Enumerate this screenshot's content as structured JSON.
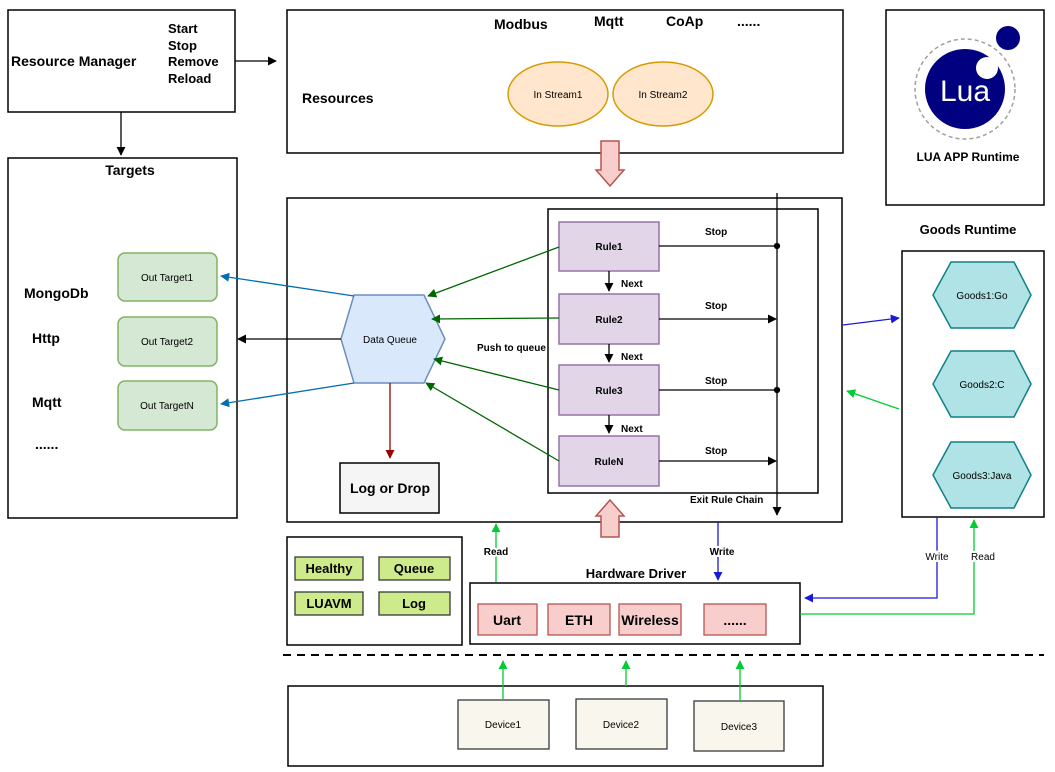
{
  "resource_manager": {
    "title": "Resource Manager",
    "actions": [
      "Start",
      "Stop",
      "Remove",
      "Reload"
    ]
  },
  "resources": {
    "title": "Resources",
    "protocols": [
      "Modbus",
      "Mqtt",
      "CoAp",
      "......"
    ],
    "streams": [
      "In Stream1",
      "In Stream2"
    ]
  },
  "lua": {
    "logo_text": "Lua",
    "label": "LUA APP Runtime"
  },
  "targets": {
    "title": "Targets",
    "protocols": [
      "MongoDb",
      "Http",
      "Mqtt",
      "......"
    ],
    "outputs": [
      "Out Target1",
      "Out Target2",
      "Out TargetN"
    ]
  },
  "engine": {
    "data_queue": "Data Queue",
    "log_or_drop": "Log or Drop",
    "push_to_queue": "Push to queue",
    "rules": [
      "Rule1",
      "Rule2",
      "Rule3",
      "RuleN"
    ],
    "next_label": "Next",
    "stop_label": "Stop",
    "exit_label": "Exit Rule Chain"
  },
  "goods": {
    "title": "Goods Runtime",
    "items": [
      "Goods1:Go",
      "Goods2:C",
      "Goods3:Java"
    ]
  },
  "status": {
    "items": [
      "Healthy",
      "Queue",
      "LUAVM",
      "Log"
    ]
  },
  "hardware": {
    "title": "Hardware Driver",
    "read_label": "Read",
    "write_label": "Write",
    "items": [
      "Uart",
      "ETH",
      "Wireless",
      "......"
    ]
  },
  "devices": [
    "Device1",
    "Device2",
    "Device3"
  ],
  "colors": {
    "stream_fill": "#ffe6cc",
    "stream_stroke": "#d79b00",
    "target_fill": "#d5e8d4",
    "target_stroke": "#82b366",
    "queue_fill": "#dae8fc",
    "queue_stroke": "#6c8ebf",
    "rule_fill": "#e1d5e7",
    "rule_stroke": "#9673a6",
    "goods_fill": "#b0e3e6",
    "goods_stroke": "#0e8088",
    "status_fill": "#cdeb8b",
    "hw_fill": "#f8cecc",
    "hw_stroke": "#b85450",
    "device_fill": "#f9f7ed",
    "lua_blue": "#000080",
    "arrow_green": "#006600",
    "arrow_blue": "#006eaf",
    "arrow_red": "#990000"
  }
}
